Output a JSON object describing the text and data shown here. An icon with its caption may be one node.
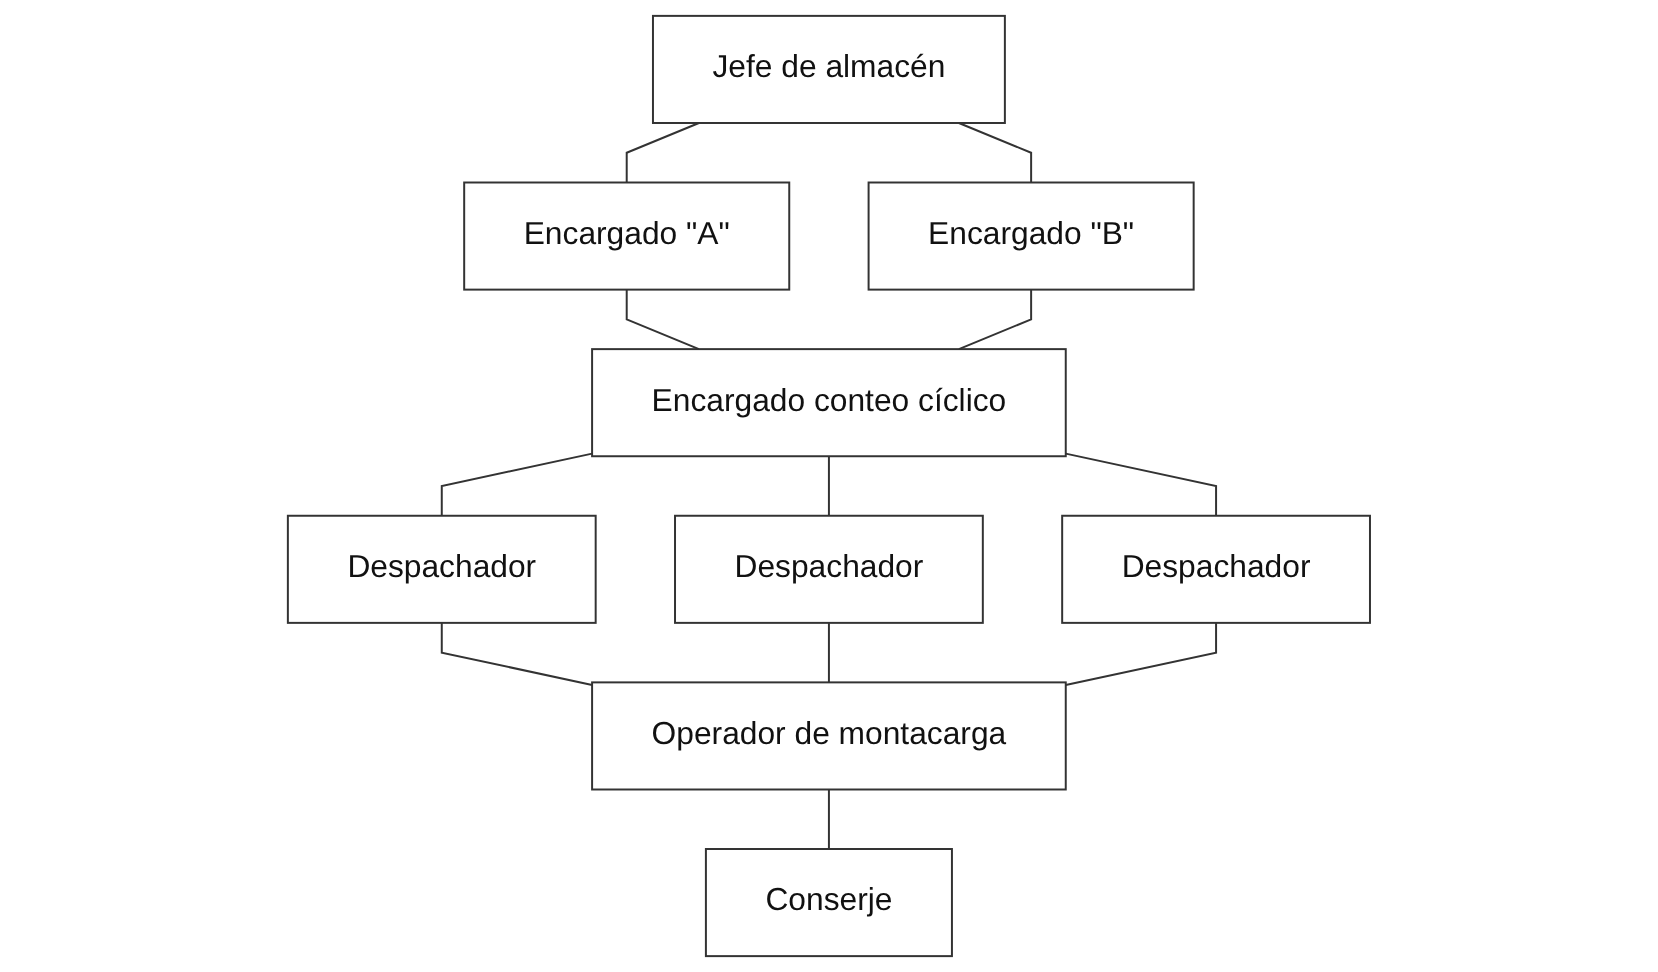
{
  "diagram": {
    "nodes": [
      {
        "text": [
          "Jefe de almacén"
        ]
      },
      {
        "text": [
          "Encargado \"A\""
        ]
      },
      {
        "text": [
          "Encargado \"B\""
        ]
      },
      {
        "text": [
          "Encargado conteo cíclico"
        ]
      },
      {
        "text": [
          "Despachador"
        ]
      },
      {
        "text": [
          "Despachador"
        ]
      },
      {
        "text": [
          "Despachador"
        ]
      },
      {
        "text": [
          "Operador de montacarga"
        ]
      },
      {
        "text": [
          "Conserje"
        ]
      }
    ],
    "edges": [
      {
        "from": 0,
        "to": 1,
        "arrow": "none"
      },
      {
        "from": 0,
        "to": 2,
        "arrow": "none"
      },
      {
        "from": 1,
        "to": 3,
        "arrow": "none"
      },
      {
        "from": 2,
        "to": 3,
        "arrow": "none"
      },
      {
        "from": 3,
        "to": 4,
        "arrow": "none"
      },
      {
        "from": 3,
        "to": 5,
        "arrow": "none"
      },
      {
        "from": 3,
        "to": 6,
        "arrow": "none"
      },
      {
        "from": 4,
        "to": 7,
        "arrow": "none"
      },
      {
        "from": 5,
        "to": 7,
        "arrow": "none"
      },
      {
        "from": 6,
        "to": 7,
        "arrow": "none"
      },
      {
        "from": 7,
        "to": 8,
        "arrow": "none"
      }
    ]
  }
}
